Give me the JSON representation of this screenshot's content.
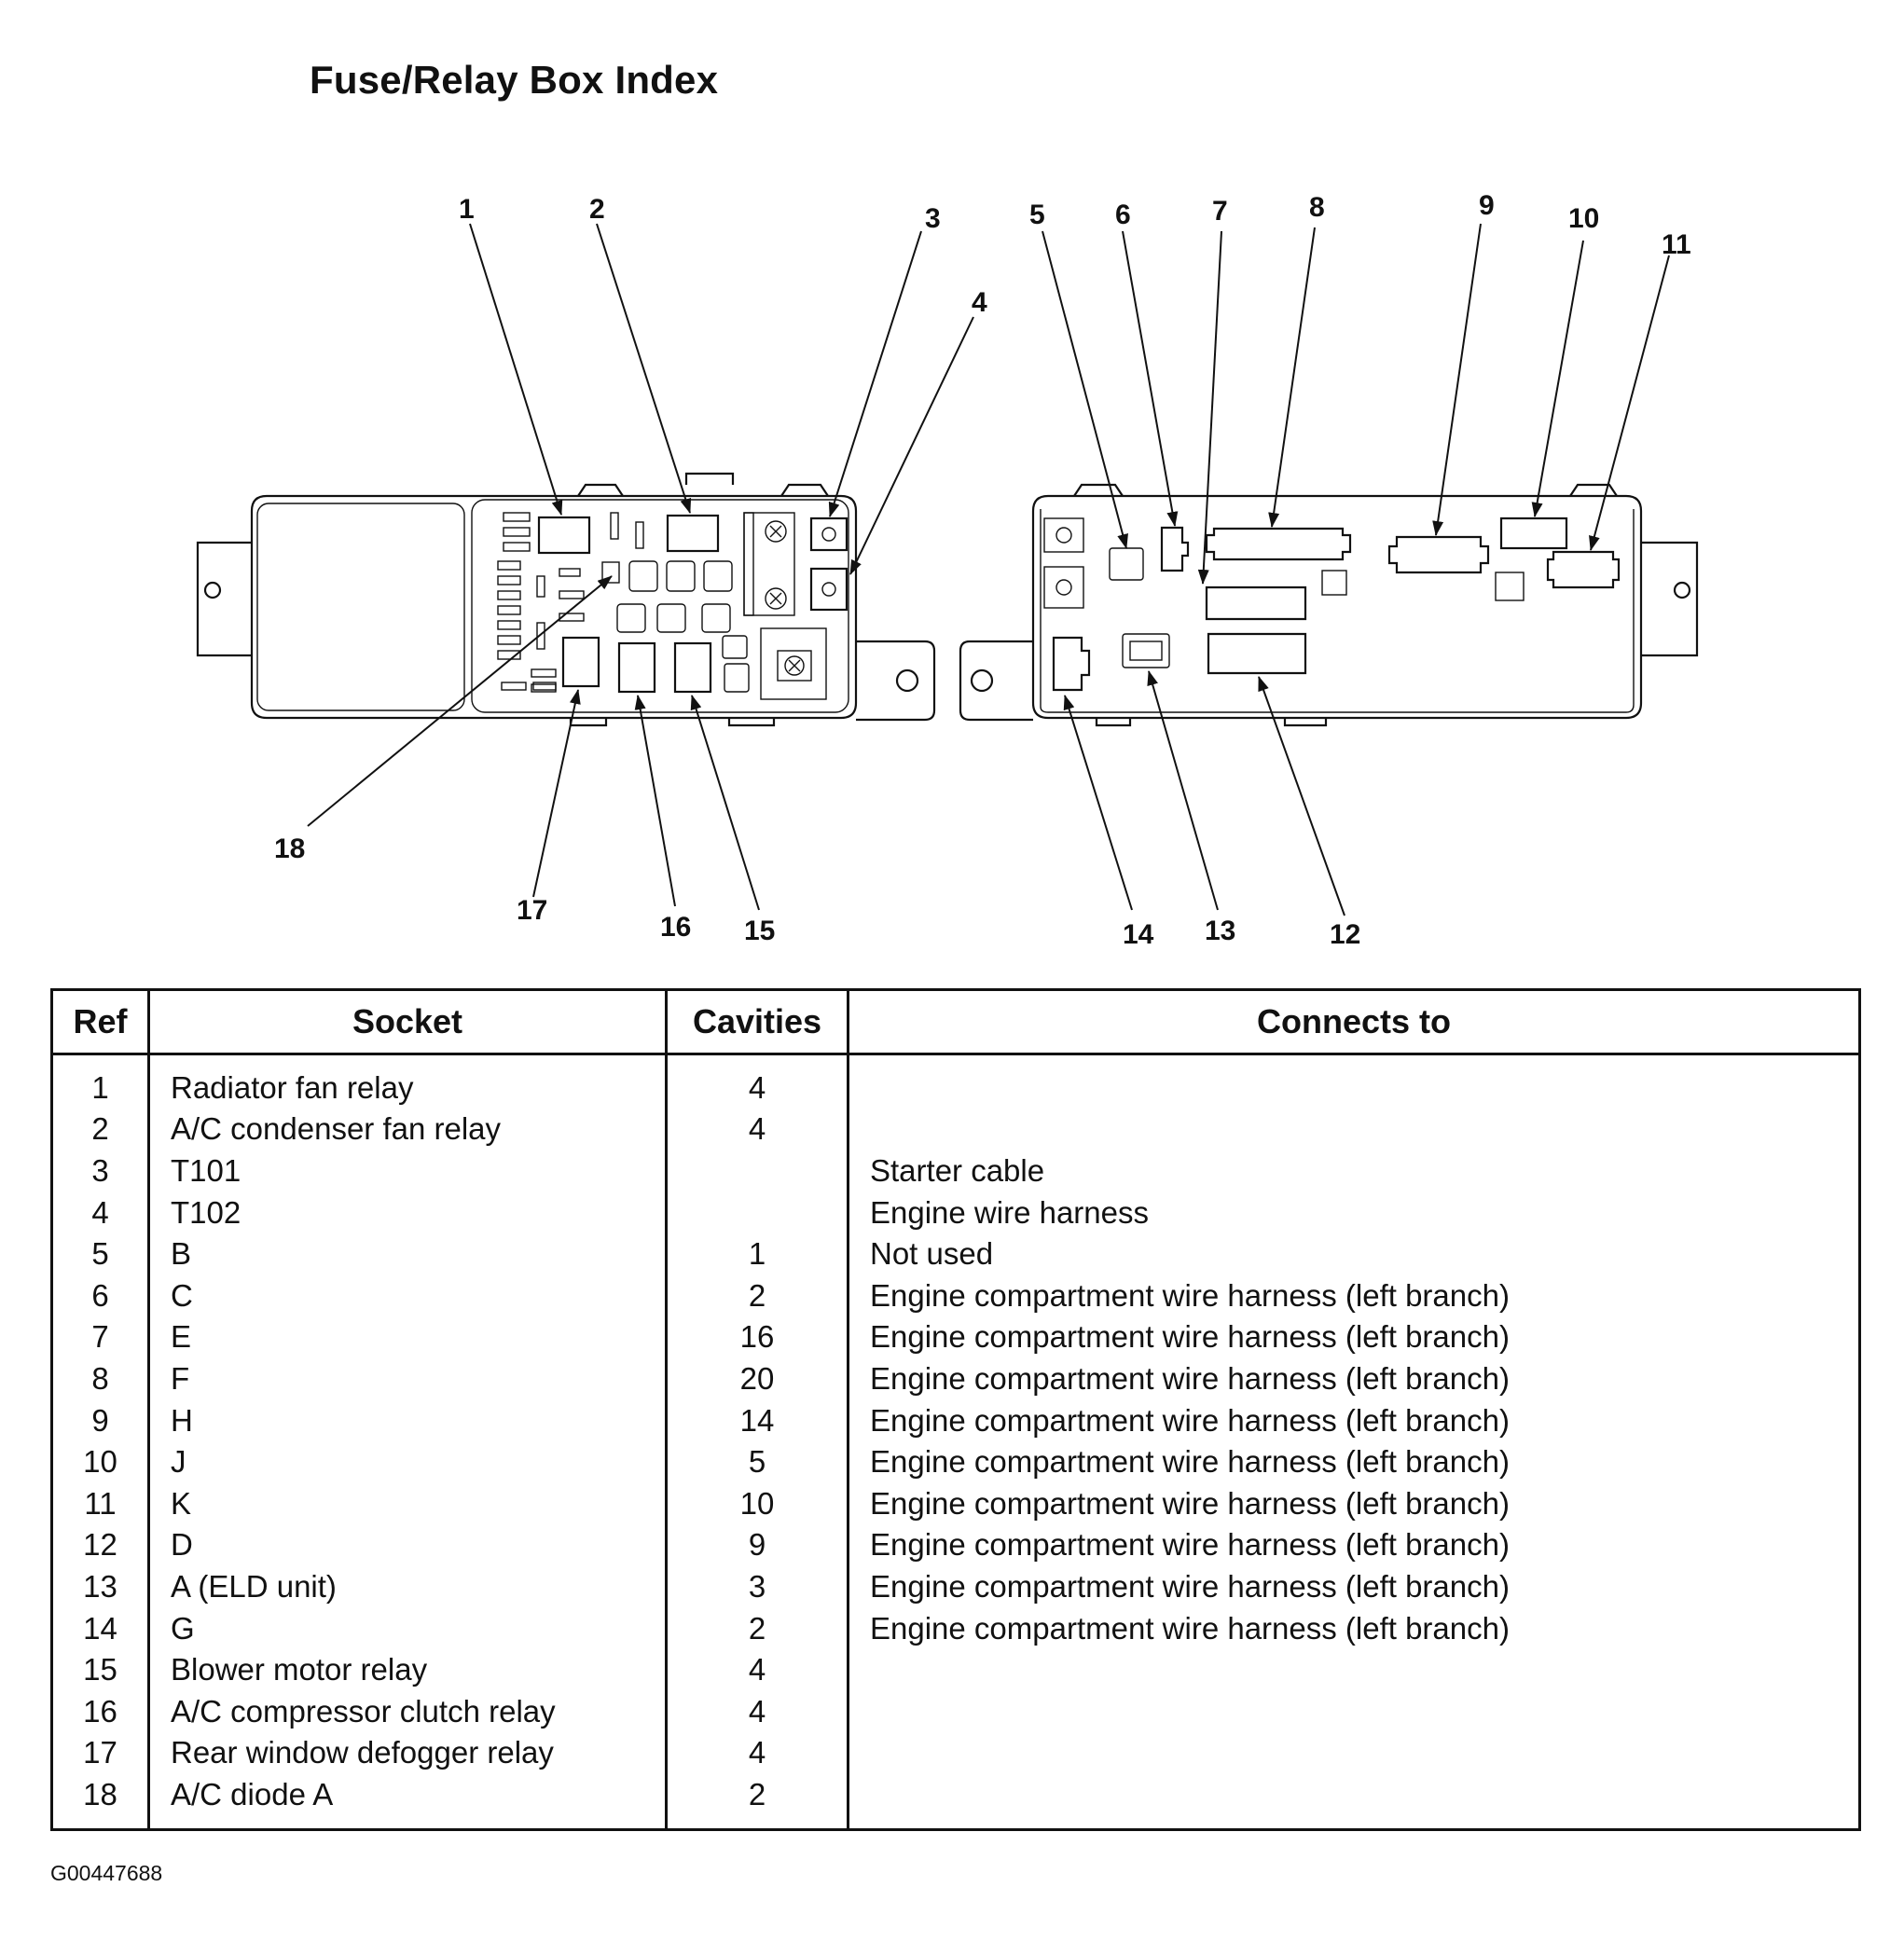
{
  "title": "Fuse/Relay Box Index",
  "callouts": [
    "1",
    "2",
    "3",
    "4",
    "5",
    "6",
    "7",
    "8",
    "9",
    "10",
    "11",
    "12",
    "13",
    "14",
    "15",
    "16",
    "17",
    "18"
  ],
  "table": {
    "headers": {
      "ref": "Ref",
      "socket": "Socket",
      "cavities": "Cavities",
      "connects": "Connects to"
    },
    "rows": [
      {
        "ref": "1",
        "socket": "Radiator fan relay",
        "cavities": "4",
        "connects": ""
      },
      {
        "ref": "2",
        "socket": "A/C condenser fan relay",
        "cavities": "4",
        "connects": ""
      },
      {
        "ref": "3",
        "socket": "T101",
        "cavities": "",
        "connects": "Starter cable"
      },
      {
        "ref": "4",
        "socket": "T102",
        "cavities": "",
        "connects": "Engine wire harness"
      },
      {
        "ref": "5",
        "socket": "B",
        "cavities": "1",
        "connects": "Not used"
      },
      {
        "ref": "6",
        "socket": "C",
        "cavities": "2",
        "connects": "Engine compartment wire harness (left branch)"
      },
      {
        "ref": "7",
        "socket": "E",
        "cavities": "16",
        "connects": "Engine compartment wire harness (left branch)"
      },
      {
        "ref": "8",
        "socket": "F",
        "cavities": "20",
        "connects": "Engine compartment wire harness (left branch)"
      },
      {
        "ref": "9",
        "socket": "H",
        "cavities": "14",
        "connects": "Engine compartment wire harness (left branch)"
      },
      {
        "ref": "10",
        "socket": "J",
        "cavities": "5",
        "connects": "Engine compartment wire harness (left branch)"
      },
      {
        "ref": "11",
        "socket": "K",
        "cavities": "10",
        "connects": "Engine compartment wire harness (left branch)"
      },
      {
        "ref": "12",
        "socket": "D",
        "cavities": "9",
        "connects": "Engine compartment wire harness (left branch)"
      },
      {
        "ref": "13",
        "socket": "A (ELD unit)",
        "cavities": "3",
        "connects": "Engine compartment wire harness (left branch)"
      },
      {
        "ref": "14",
        "socket": "G",
        "cavities": "2",
        "connects": "Engine compartment wire harness (left branch)"
      },
      {
        "ref": "15",
        "socket": "Blower motor relay",
        "cavities": "4",
        "connects": ""
      },
      {
        "ref": "16",
        "socket": "A/C compressor clutch relay",
        "cavities": "4",
        "connects": ""
      },
      {
        "ref": "17",
        "socket": "Rear window defogger relay",
        "cavities": "4",
        "connects": ""
      },
      {
        "ref": "18",
        "socket": "A/C diode A",
        "cavities": "2",
        "connects": ""
      }
    ]
  },
  "figure_code": "G00447688"
}
